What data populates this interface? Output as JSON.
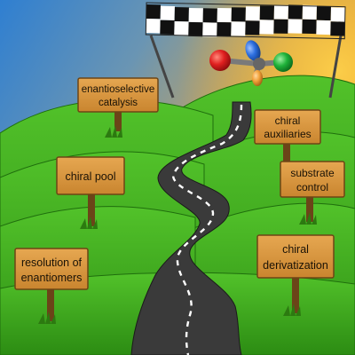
{
  "signs": {
    "enantioselective": {
      "line1": "enantioselective",
      "line2": "catalysis"
    },
    "chiral_pool": {
      "line1": "chiral pool"
    },
    "resolution": {
      "line1": "resolution of",
      "line2": "enantiomers"
    },
    "chiral_auxiliaries": {
      "line1": "chiral",
      "line2": "auxiliaries"
    },
    "substrate_control": {
      "line1": "substrate",
      "line2": "control"
    },
    "chiral_derivatization": {
      "line1": "chiral",
      "line2": "derivatization"
    }
  },
  "colors": {
    "sky_top_left": "#2f7fd1",
    "sky_top_right": "#f5a623",
    "hill_green": "#3fae1f",
    "hill_green_dark": "#2a8a12",
    "road": "#3a3a3a",
    "road_line": "#ffffff",
    "sign_board": "#d9973f",
    "sign_post": "#6b4418",
    "finish_black": "#111111",
    "finish_white": "#ffffff",
    "atom_red": "#e02020",
    "atom_green": "#1fb23a",
    "atom_blue": "#2d6fe0",
    "atom_orange": "#f2a13a"
  },
  "icons": [
    "checkered-finish-banner",
    "chiral-molecule-icon",
    "grass-tuft-icon"
  ]
}
